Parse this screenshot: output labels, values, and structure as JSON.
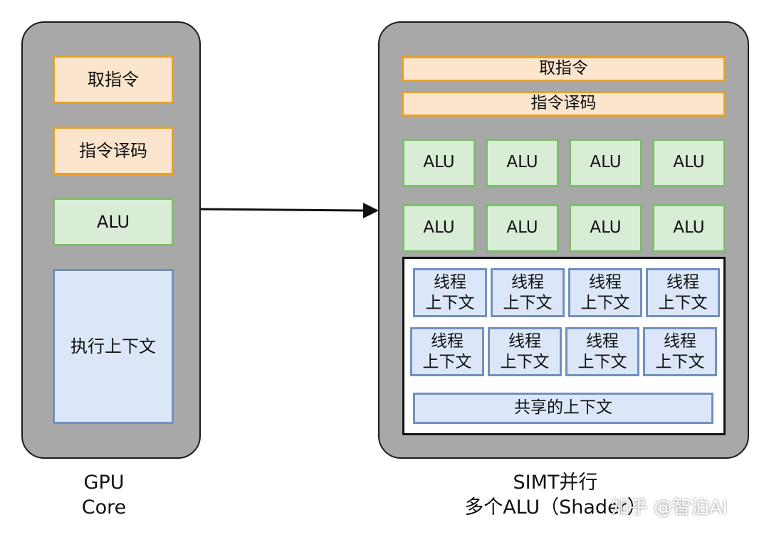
{
  "left_core": {
    "fetch": "取指令",
    "decode": "指令译码",
    "alu": "ALU",
    "context": "执行上下文",
    "caption_line1": "GPU",
    "caption_line2": "Core"
  },
  "right_core": {
    "fetch": "取指令",
    "decode": "指令译码",
    "alus": [
      "ALU",
      "ALU",
      "ALU",
      "ALU",
      "ALU",
      "ALU",
      "ALU",
      "ALU"
    ],
    "thread_line1": "线程",
    "thread_line2": "上下文",
    "shared_context": "共享的上下文",
    "caption_line1": "SIMT并行",
    "caption_line2": "多个ALU（Shader）"
  },
  "watermark": "知乎 @智泊AI",
  "colors": {
    "core_fill": "#a8a8a8",
    "orange_fill": "#fbe5cd",
    "orange_border": "#e6a02c",
    "green_fill": "#d9edd6",
    "green_border": "#80bb72",
    "blue_fill": "#dbe7f8",
    "blue_border": "#7290bf"
  }
}
